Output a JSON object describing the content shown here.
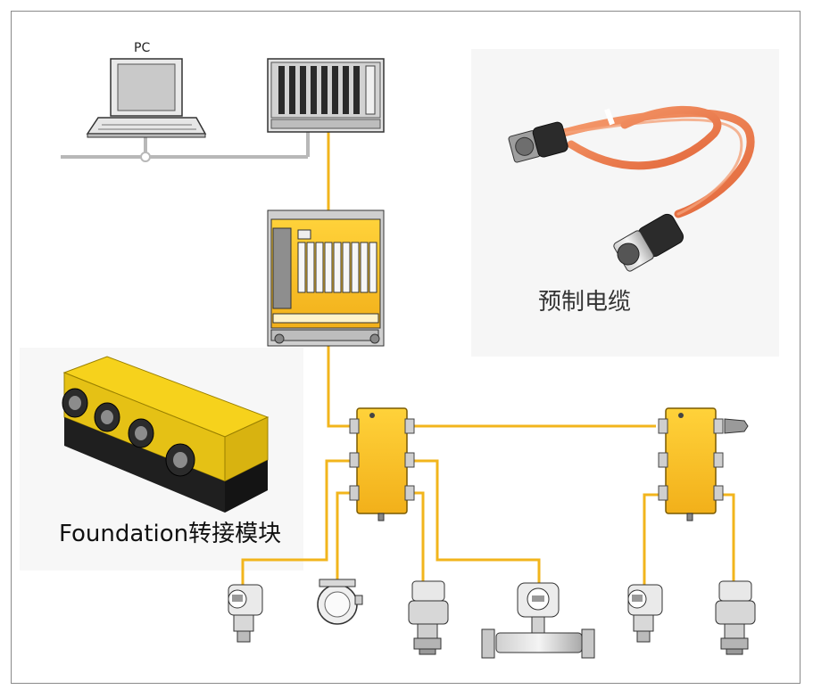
{
  "labels": {
    "pc": "PC",
    "cable": "预制电缆",
    "module": "Foundation转接模块"
  },
  "colors": {
    "bus": "#f2b51c",
    "network": "#b8b8b8",
    "device_yellow": "#f5b722",
    "cable_orange": "#ef7a47"
  },
  "diagram": {
    "nodes": [
      "pc",
      "plc-rack",
      "fieldbus-power-supply",
      "junction-box-1",
      "junction-box-2",
      "transmitter-1",
      "transmitter-2",
      "pressure-transmitter-1",
      "flow-meter",
      "transmitter-3",
      "pressure-transmitter-2"
    ],
    "icons": [
      "computer-icon",
      "rack-icon",
      "power-module-icon",
      "junction-box-icon",
      "transmitter-icon",
      "pressure-transmitter-icon",
      "flowmeter-icon",
      "cable-photo",
      "adapter-module-photo"
    ]
  }
}
